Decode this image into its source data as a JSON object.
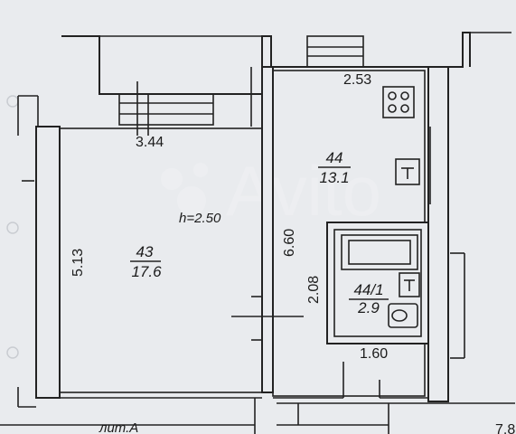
{
  "plan": {
    "height_note": "h=2.50",
    "building_label": "лит.А",
    "corner_dim_partial": "7.8",
    "rooms": [
      {
        "number": "43",
        "area": "17.6"
      },
      {
        "number": "44",
        "area": "13.1"
      },
      {
        "number": "44/1",
        "area": "2.9"
      }
    ],
    "dimensions": {
      "room43_width": "3.44",
      "room43_length": "5.13",
      "room44_width": "2.53",
      "room44_length": "6.60",
      "bath_width": "1.60",
      "bath_length": "2.08"
    },
    "watermark": "Avito",
    "fixtures": [
      "stove-icon",
      "sink-icon",
      "bathtub-icon",
      "washbasin-icon",
      "toilet-icon"
    ]
  }
}
